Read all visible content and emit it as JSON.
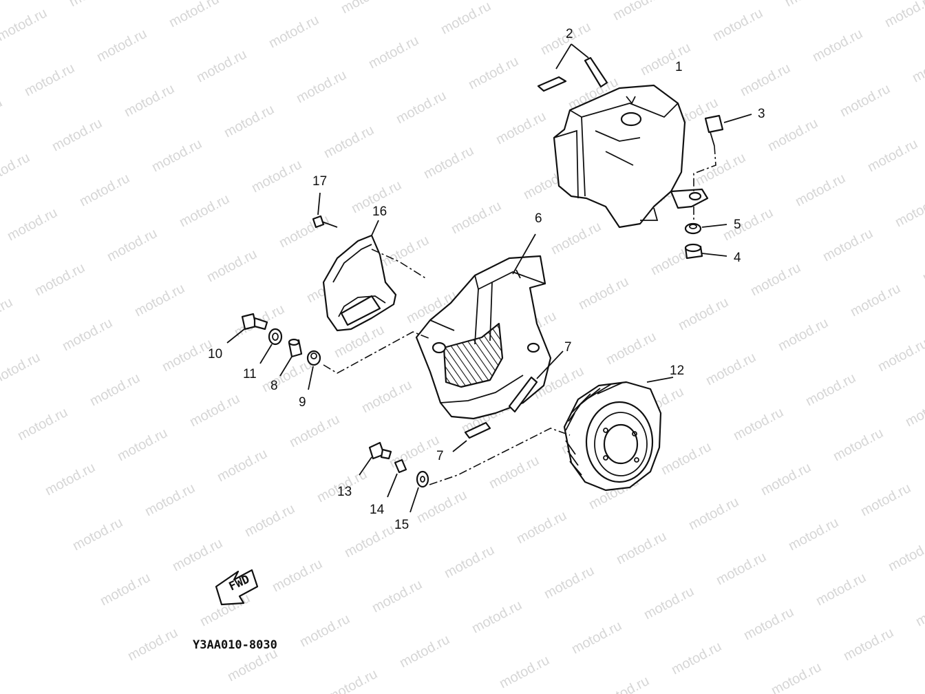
{
  "watermark": {
    "text": "motod.ru",
    "color": "#d6d6d6"
  },
  "diagram_code": "Y3AA010-8030",
  "fwd_label": "FWD",
  "callouts": {
    "c1": "1",
    "c2": "2",
    "c3": "3",
    "c4": "4",
    "c5": "5",
    "c6": "6",
    "c7a": "7",
    "c7b": "7",
    "c8": "8",
    "c9": "9",
    "c10": "10",
    "c11": "11",
    "c12": "12",
    "c13": "13",
    "c14": "14",
    "c15": "15",
    "c16": "16",
    "c17": "17"
  },
  "colors": {
    "ink": "#111111",
    "background": "#ffffff"
  }
}
